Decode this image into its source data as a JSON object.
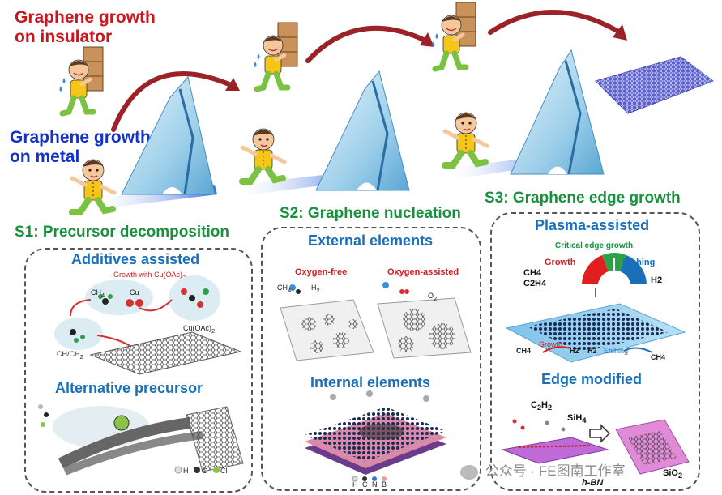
{
  "header": {
    "insulator_label_line1": "Graphene growth",
    "insulator_label_line2": "on insulator",
    "metal_label_line1": "Graphene growth",
    "metal_label_line2": "on metal"
  },
  "stages": {
    "s1": "S1: Precursor decomposition",
    "s2": "S2: Graphene nucleation",
    "s3": "S3: Graphene edge growth"
  },
  "panel1": {
    "additives_title": "Additives assisted",
    "growth_caption": "Growth with Cu(OAc)",
    "growth_caption_sub": "2",
    "ch4_label": "CH",
    "ch4_sub": "4",
    "cu_label": "Cu",
    "cuoac_label": "Cu(OAc)",
    "cuoac_sub": "2",
    "chch2_label": "CH/CH",
    "chch2_sub": "2",
    "alternative_title": "Alternative precursor",
    "legend": [
      "H",
      "C",
      "Cl"
    ]
  },
  "panel2": {
    "external_title": "External elements",
    "oxygen_free": "Oxygen-free",
    "oxygen_assisted": "Oxygen-assisted",
    "ch4_label": "CH",
    "ch4_sub": "4",
    "h2_label": "H",
    "h2_sub": "2",
    "o2_label": "O",
    "o2_sub": "2",
    "internal_title": "Internal elements",
    "legend": [
      "H",
      "C",
      "N",
      "B"
    ]
  },
  "panel3": {
    "plasma_title": "Plasma-assisted",
    "critical_edge": "Critical edge growth",
    "growth_label": "Growth",
    "etching_label": "Etching",
    "ch4_label": "CH4",
    "c2h4_label": "C2H4",
    "h2_label": "H2",
    "bottom_ch4": "CH4",
    "bottom_growth": "Growth",
    "bottom_h2a": "H2",
    "bottom_h2b": "H2",
    "bottom_etching": "Etching",
    "bottom_ch4b": "CH4",
    "edge_title": "Edge modified",
    "c2h2_label": "C",
    "c2h2_sub1": "2",
    "c2h2_mid": "H",
    "c2h2_sub2": "2",
    "sih4_label": "SiH",
    "sih4_sub": "4",
    "hbn_label": "h-BN",
    "sio2_label": "SiO",
    "sio2_sub": "2"
  },
  "watermark": "公众号 · FE图南工作室",
  "colors": {
    "red": "#c8171e",
    "blue": "#1432c8",
    "green": "#19913c",
    "sub_blue": "#1a6fb8",
    "arrow_red": "#9b2226",
    "mountain": "#b9def0"
  },
  "icons": [
    "boy-with-boxes-icon",
    "running-boy-icon",
    "ice-mountain-icon",
    "graphene-sheet-icon",
    "wechat-icon"
  ]
}
